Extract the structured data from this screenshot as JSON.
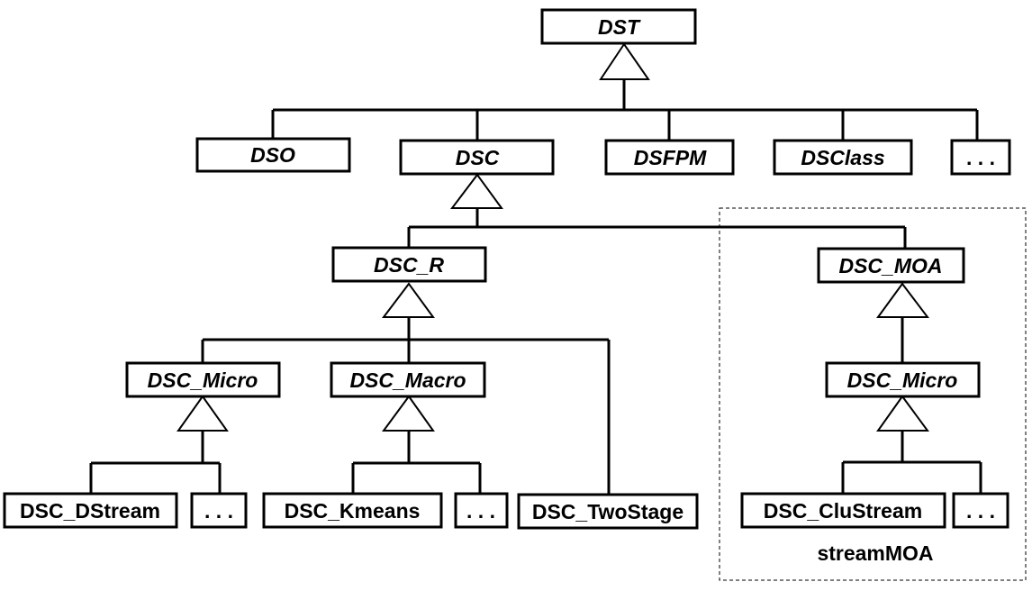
{
  "diagram": {
    "nodes": {
      "dst": "DST",
      "dso": "DSO",
      "dsc": "DSC",
      "dsfpm": "DSFPM",
      "dsclass": "DSClass",
      "more_top": ". . .",
      "dsc_r": "DSC_R",
      "dsc_moa": "DSC_MOA",
      "dsc_micro_r": "DSC_Micro",
      "dsc_macro": "DSC_Macro",
      "dsc_twostage": "DSC_TwoStage",
      "dsc_micro_moa": "DSC_Micro",
      "dsc_dstream": "DSC_DStream",
      "more_micro": ". . .",
      "dsc_kmeans": "DSC_Kmeans",
      "more_macro": ". . .",
      "dsc_clustream": "DSC_CluStream",
      "more_moa": ". . ."
    },
    "package": {
      "label": "streamMOA"
    }
  }
}
